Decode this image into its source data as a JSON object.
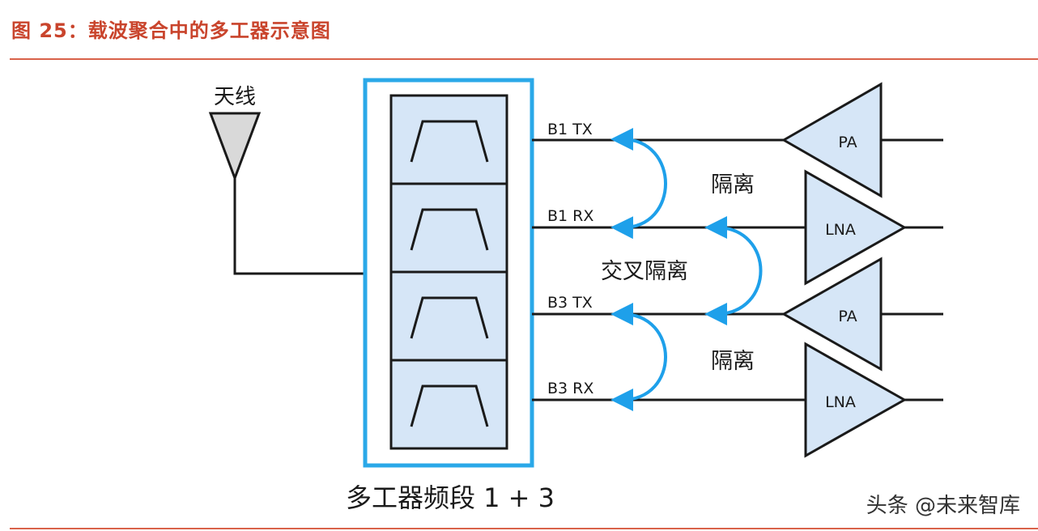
{
  "figure": {
    "title": "图 25：载波聚合中的多工器示意图",
    "watermark": "头条 @未来智库"
  },
  "diagram": {
    "antenna_label": "天线",
    "multiplexer_label": "多工器频段 1 + 3",
    "ports": [
      "B1 TX",
      "B1 RX",
      "B3 TX",
      "B3 RX"
    ],
    "amplifiers": [
      "PA",
      "LNA",
      "PA",
      "LNA"
    ],
    "isolation_label_1": "隔离",
    "cross_isolation_label": "交叉隔离",
    "isolation_label_2": "隔离"
  },
  "colors": {
    "title": "#c9442c",
    "rule": "#d9624a",
    "frame": "#2aa8e8",
    "cell_fill": "#d6e6f7",
    "amp_fill": "#d6e6f7",
    "arrow": "#1ea0ea",
    "antenna_fill": "#d9d9d9"
  }
}
